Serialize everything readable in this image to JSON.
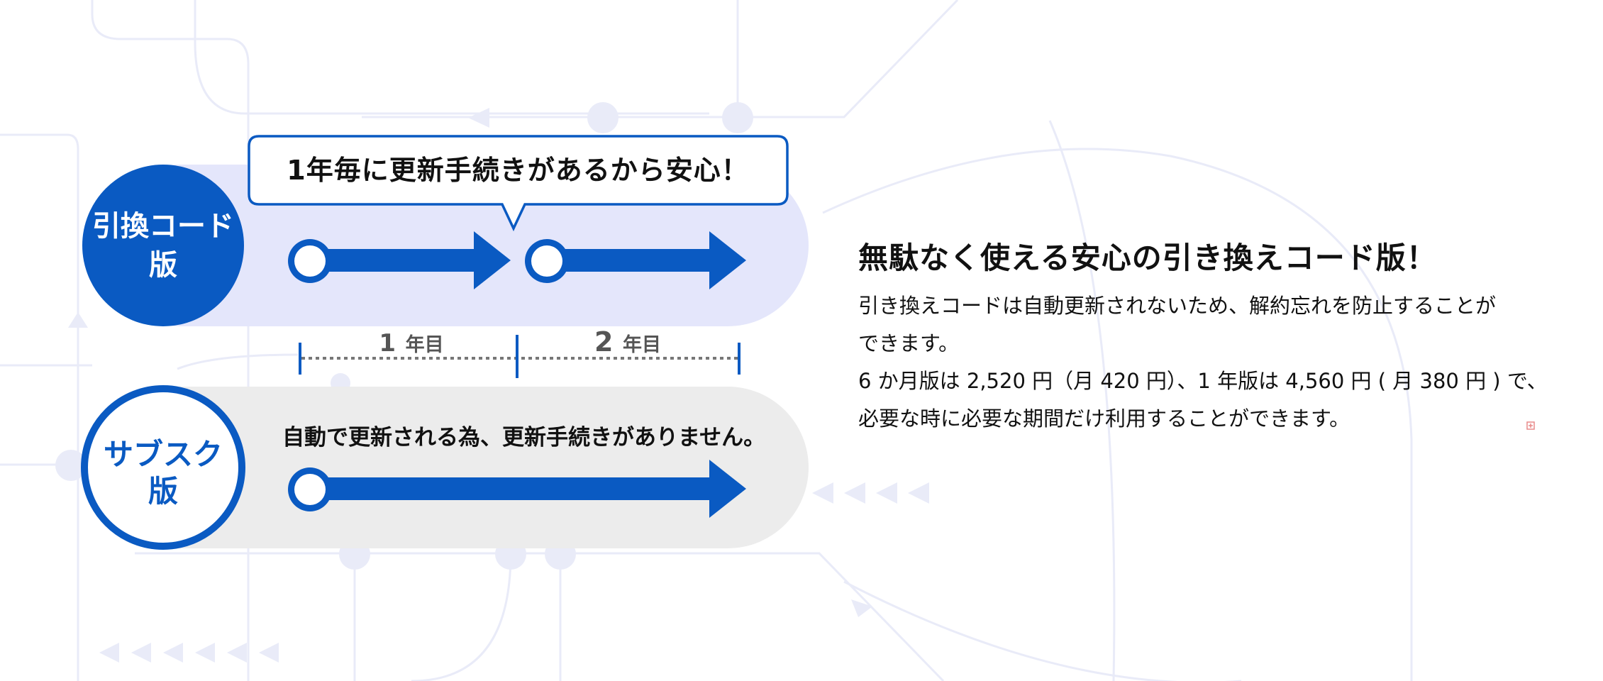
{
  "diagram": {
    "redeem_code": {
      "label_line1": "引換コード",
      "label_line2": "版",
      "bubble_text": "1年毎に更新手続きがあるから安心！"
    },
    "timeline": {
      "year1_number": "1",
      "year1_suffix": "年目",
      "year2_number": "2",
      "year2_suffix": "年目"
    },
    "subscription": {
      "label_line1": "サブスク",
      "label_line2": "版",
      "caption": "自動で更新される為、更新手続きがありません。"
    }
  },
  "description": {
    "title": "無駄なく使える安心の引き換えコード版！",
    "lines": [
      "引き換えコードは自動更新されないため、解約忘れを防止することが",
      "できます。",
      "6 か月版は 2,520 円（月 420 円）、1 年版は 4,560 円 ( 月 380 円 ) で、",
      "必要な時に必要な期間だけ利用することができます。"
    ]
  },
  "colors": {
    "primary_blue": "#0a5ac2",
    "light_lavender": "#e4e6fb",
    "light_gray": "#ececec",
    "decor_line": "#e9ebf8",
    "text_dark": "#111111",
    "text_gray": "#555555"
  }
}
